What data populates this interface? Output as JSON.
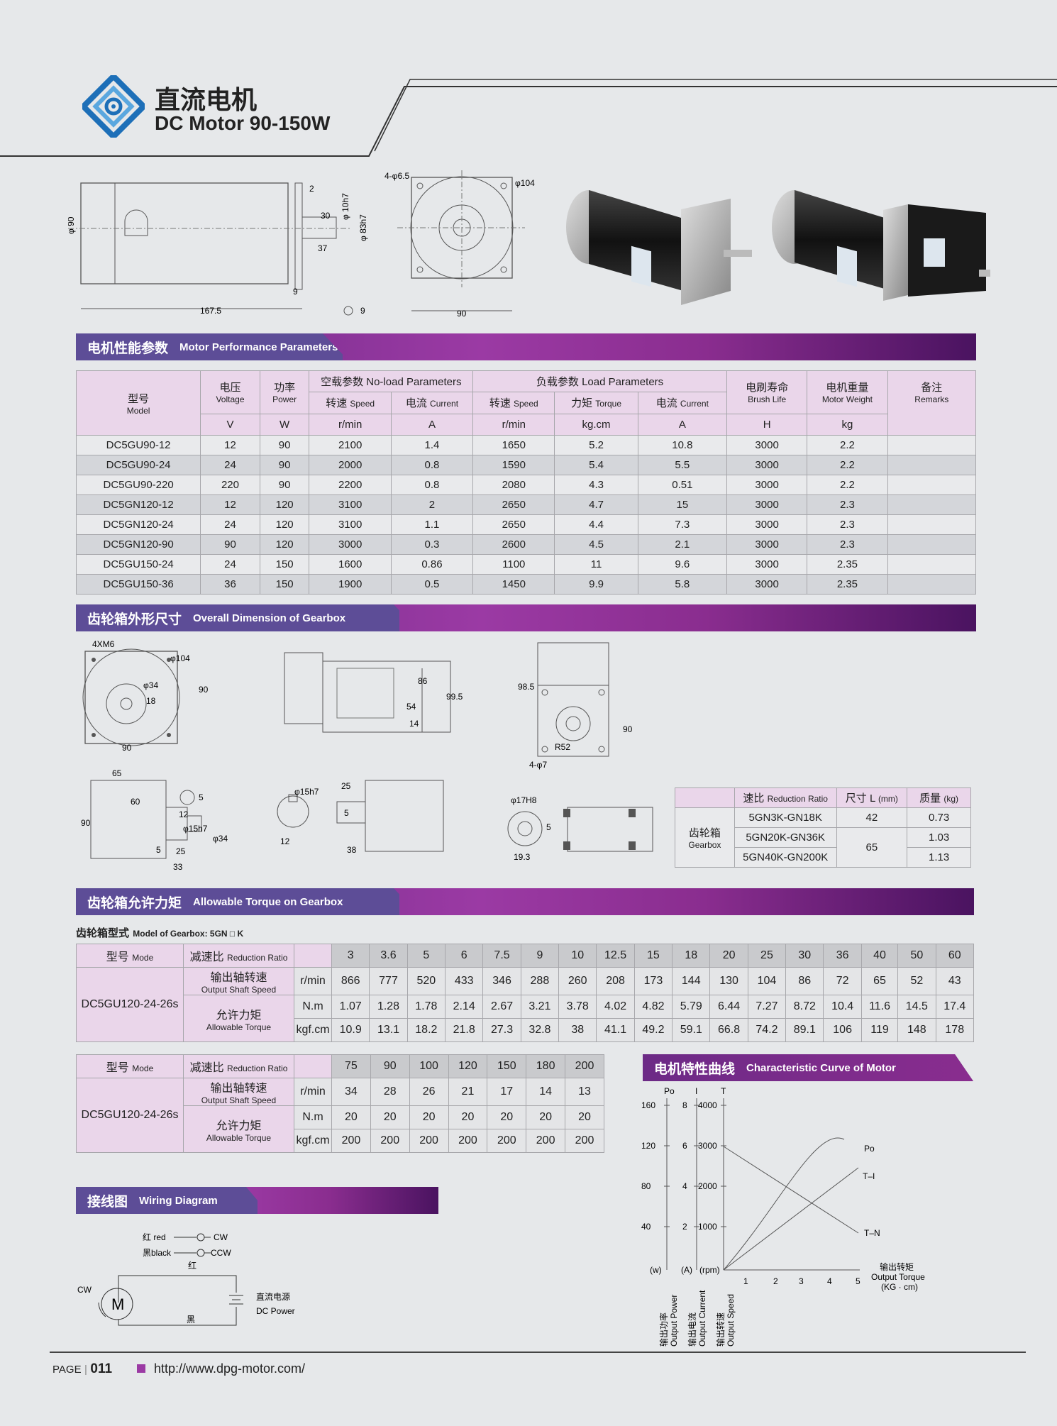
{
  "header": {
    "title_cn": "直流电机",
    "title_en": "DC Motor 90-150W"
  },
  "sections": {
    "perf": {
      "cn": "电机性能参数",
      "en": "Motor Performance Parameters"
    },
    "dim": {
      "cn": "齿轮箱外形尺寸",
      "en": "Overall Dimension of Gearbox"
    },
    "torque": {
      "cn": "齿轮箱允许力矩",
      "en": "Allowable Torque on Gearbox"
    },
    "wiring": {
      "cn": "接线图",
      "en": "Wiring Diagram"
    },
    "curve": {
      "cn": "电机特性曲线",
      "en": "Characteristic Curve of Motor"
    }
  },
  "perf_table": {
    "h_model_cn": "型号",
    "h_model_en": "Model",
    "h_voltage_cn": "电压",
    "h_voltage_en": "Voltage",
    "h_voltage_unit": "V",
    "h_power_cn": "功率",
    "h_power_en": "Power",
    "h_power_unit": "W",
    "h_noload": "空载参数 No-load Parameters",
    "h_load": "负载参数 Load Parameters",
    "h_speed_cn": "转速",
    "h_speed_en": "Speed",
    "h_speed_unit": "r/min",
    "h_current_cn": "电流",
    "h_current_en": "Current",
    "h_current_unit": "A",
    "h_torque_cn": "力矩",
    "h_torque_en": "Torque",
    "h_torque_unit": "kg.cm",
    "h_life_cn": "电刷寿命",
    "h_life_en": "Brush Life",
    "h_life_unit": "H",
    "h_weight_cn": "电机重量",
    "h_weight_en": "Motor Weight",
    "h_weight_unit": "kg",
    "h_remarks_cn": "备注",
    "h_remarks_en": "Remarks",
    "rows": [
      [
        "DC5GU90-12",
        "12",
        "90",
        "2100",
        "1.4",
        "1650",
        "5.2",
        "10.8",
        "3000",
        "2.2",
        ""
      ],
      [
        "DC5GU90-24",
        "24",
        "90",
        "2000",
        "0.8",
        "1590",
        "5.4",
        "5.5",
        "3000",
        "2.2",
        ""
      ],
      [
        "DC5GU90-220",
        "220",
        "90",
        "2200",
        "0.8",
        "2080",
        "4.3",
        "0.51",
        "3000",
        "2.2",
        ""
      ],
      [
        "DC5GN120-12",
        "12",
        "120",
        "3100",
        "2",
        "2650",
        "4.7",
        "15",
        "3000",
        "2.3",
        ""
      ],
      [
        "DC5GN120-24",
        "24",
        "120",
        "3100",
        "1.1",
        "2650",
        "4.4",
        "7.3",
        "3000",
        "2.3",
        ""
      ],
      [
        "DC5GN120-90",
        "90",
        "120",
        "3000",
        "0.3",
        "2600",
        "4.5",
        "2.1",
        "3000",
        "2.3",
        ""
      ],
      [
        "DC5GU150-24",
        "24",
        "150",
        "1600",
        "0.86",
        "1100",
        "11",
        "9.6",
        "3000",
        "2.35",
        ""
      ],
      [
        "DC5GU150-36",
        "36",
        "150",
        "1900",
        "0.5",
        "1450",
        "9.9",
        "5.8",
        "3000",
        "2.35",
        ""
      ]
    ]
  },
  "gearbox_table": {
    "h_ratio_cn": "速比",
    "h_ratio_en": "Reduction Ratio",
    "h_len_cn": "尺寸 L",
    "h_len_unit": "(mm)",
    "h_mass_cn": "质量",
    "h_mass_unit": "(kg)",
    "label_cn": "齿轮箱",
    "label_en": "Gearbox",
    "rows": [
      [
        "5GN3K-GN18K",
        "42",
        "0.73"
      ],
      [
        "5GN20K-GN36K",
        "65",
        "1.03"
      ],
      [
        "5GN40K-GN200K",
        "",
        "1.13"
      ]
    ]
  },
  "torque": {
    "model_label_cn": "齿轮箱型式",
    "model_label_en": "Model of Gearbox: 5GN □ K",
    "h_model_cn": "型号",
    "h_model_en": "Mode",
    "h_ratio_cn": "减速比",
    "h_ratio_en": "Reduction Ratio",
    "h_speed_cn": "输出轴转速",
    "h_speed_en": "Output Shaft Speed",
    "h_torque_cn": "允许力矩",
    "h_torque_en": "Allowable Torque",
    "u_rmin": "r/min",
    "u_nm": "N.m",
    "u_kgf": "kgf.cm",
    "model": "DC5GU120-24-26s",
    "t1": {
      "ratios": [
        "3",
        "3.6",
        "5",
        "6",
        "7.5",
        "9",
        "10",
        "12.5",
        "15",
        "18",
        "20",
        "25",
        "30",
        "36",
        "40",
        "50",
        "60"
      ],
      "rmin": [
        "866",
        "777",
        "520",
        "433",
        "346",
        "288",
        "260",
        "208",
        "173",
        "144",
        "130",
        "104",
        "86",
        "72",
        "65",
        "52",
        "43"
      ],
      "nm": [
        "1.07",
        "1.28",
        "1.78",
        "2.14",
        "2.67",
        "3.21",
        "3.78",
        "4.02",
        "4.82",
        "5.79",
        "6.44",
        "7.27",
        "8.72",
        "10.4",
        "11.6",
        "14.5",
        "17.4"
      ],
      "kgf": [
        "10.9",
        "13.1",
        "18.2",
        "21.8",
        "27.3",
        "32.8",
        "38",
        "41.1",
        "49.2",
        "59.1",
        "66.8",
        "74.2",
        "89.1",
        "106",
        "119",
        "148",
        "178"
      ]
    },
    "t2": {
      "ratios": [
        "75",
        "90",
        "100",
        "120",
        "150",
        "180",
        "200"
      ],
      "rmin": [
        "34",
        "28",
        "26",
        "21",
        "17",
        "14",
        "13"
      ],
      "nm": [
        "20",
        "20",
        "20",
        "20",
        "20",
        "20",
        "20"
      ],
      "kgf": [
        "200",
        "200",
        "200",
        "200",
        "200",
        "200",
        "200"
      ]
    }
  },
  "wiring": {
    "red": "红 red",
    "black": "黑black",
    "cw": "CW",
    "ccw": "CCW",
    "red_cn": "红",
    "black_cn": "黑",
    "motor": "M",
    "cw_arrow": "CW",
    "dc_cn": "直流电源",
    "dc_en": "DC Power"
  },
  "curve": {
    "po": "Po",
    "i": "I",
    "t": "T",
    "po_ticks": [
      "160",
      "120",
      "80",
      "40"
    ],
    "i_ticks": [
      "8",
      "6",
      "4",
      "2"
    ],
    "t_ticks": [
      "4000",
      "3000",
      "2000",
      "1000"
    ],
    "unit_w": "(w)",
    "unit_a": "(A)",
    "unit_rpm": "(rpm)",
    "x_ticks": [
      "1",
      "2",
      "3",
      "4",
      "5"
    ],
    "x_label_cn": "输出转矩",
    "x_label_en": "Output Torque",
    "x_label_unit": "(KG · cm)",
    "curve_po": "Po",
    "curve_ti": "T–I",
    "curve_tn": "T–N",
    "y1_cn": "输出功率",
    "y1_en": "Output Power",
    "y2_cn": "输出电流",
    "y2_en": "Output Current",
    "y3_cn": "输出转速",
    "y3_en": "Output Speed"
  },
  "drawing_labels": {
    "d90": "φ 90",
    "d2": "2",
    "d30": "30",
    "d10h7": "φ 10h7",
    "d83h7": "φ 83h7",
    "d37": "37",
    "d9": "9",
    "d1675": "167.5",
    "d93": "9",
    "d46": "4-φ6.5",
    "d104": "φ104",
    "d90b": "90",
    "g4xm6": "4XM6",
    "g104": "φ104",
    "g34": "φ34",
    "g18": "18",
    "g90a": "90",
    "g90b": "90",
    "g86": "86",
    "g995": "99.5",
    "g54": "54",
    "g14": "14",
    "g985": "98.5",
    "g90c": "90",
    "g52": "R52",
    "g47": "4-φ7",
    "g65": "65",
    "g60": "60",
    "g90d": "90",
    "g5a": "5",
    "g12a": "12",
    "g15h7": "φ15h7",
    "g34b": "φ34",
    "g5b": "5",
    "g25a": "25",
    "g33": "33",
    "s15h7": "φ15h7",
    "s12": "12",
    "s25": "25",
    "s5": "5",
    "s38": "38",
    "s17h8": "φ17H8",
    "s5b": "5",
    "s193": "19.3"
  },
  "footer": {
    "page_label": "PAGE",
    "page_num": "011",
    "url": "http://www.dpg-motor.com/"
  },
  "colors": {
    "band_start": "#6c2a86",
    "band_mid": "#9b3aa4",
    "band_end": "#4a1360",
    "tab": "#5d4d97",
    "pink": "#ead6ea",
    "logo": "#1d6fb8"
  }
}
